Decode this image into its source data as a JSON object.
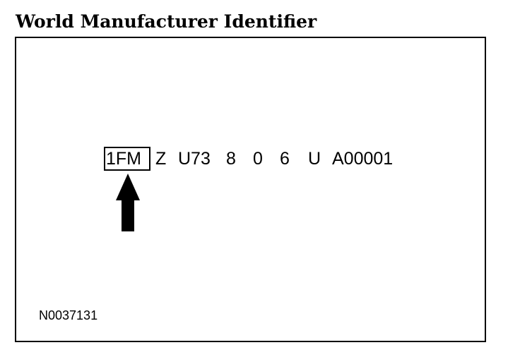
{
  "title": "World Manufacturer Identifier",
  "vin": {
    "wmi": "1FM",
    "segments": [
      "Z",
      "U73",
      "8",
      "0",
      "6",
      "U",
      "A00001"
    ]
  },
  "reference_code": "N0037131"
}
